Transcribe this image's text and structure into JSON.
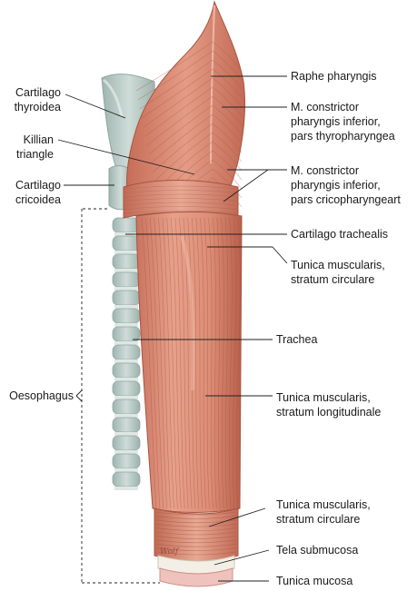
{
  "labels": {
    "raphe_pharyngis": [
      "Raphe pharyngis"
    ],
    "constrictor_thyro": [
      "M. constrictor",
      "pharyngis inferior,",
      "pars thyropharyngea"
    ],
    "constrictor_crico": [
      "M. constrictor",
      "pharyngis inferior,",
      "pars cricopharyngeart"
    ],
    "cartilago_trachealis": [
      "Cartilago trachealis"
    ],
    "tunica_circ_upper": [
      "Tunica muscularis,",
      "stratum circulare"
    ],
    "trachea": [
      "Trachea"
    ],
    "tunica_long": [
      "Tunica muscularis,",
      "stratum longitudinale"
    ],
    "tunica_circ_lower": [
      "Tunica muscularis,",
      "stratum circulare"
    ],
    "tela_submucosa": [
      "Tela submucosa"
    ],
    "tunica_mucosa": [
      "Tunica mucosa"
    ],
    "cartilago_thyroidea": [
      "Cartilago",
      "thyroidea"
    ],
    "killian_triangle": [
      "Killian",
      "triangle"
    ],
    "cartilago_cricoidea": [
      "Cartilago",
      "cricoidea"
    ],
    "oesophagus": [
      "Oesophagus"
    ]
  },
  "colors": {
    "muscle": "#d98a74",
    "muscle_dark": "#b9604b",
    "muscle_light": "#ecae98",
    "cartilage": "#b9cbc6",
    "cartilage_dark": "#8fa7a1",
    "mucosa": "#efc2bd",
    "submucosa": "#f3efe6",
    "leader": "#222222"
  },
  "signature": "Wolf"
}
